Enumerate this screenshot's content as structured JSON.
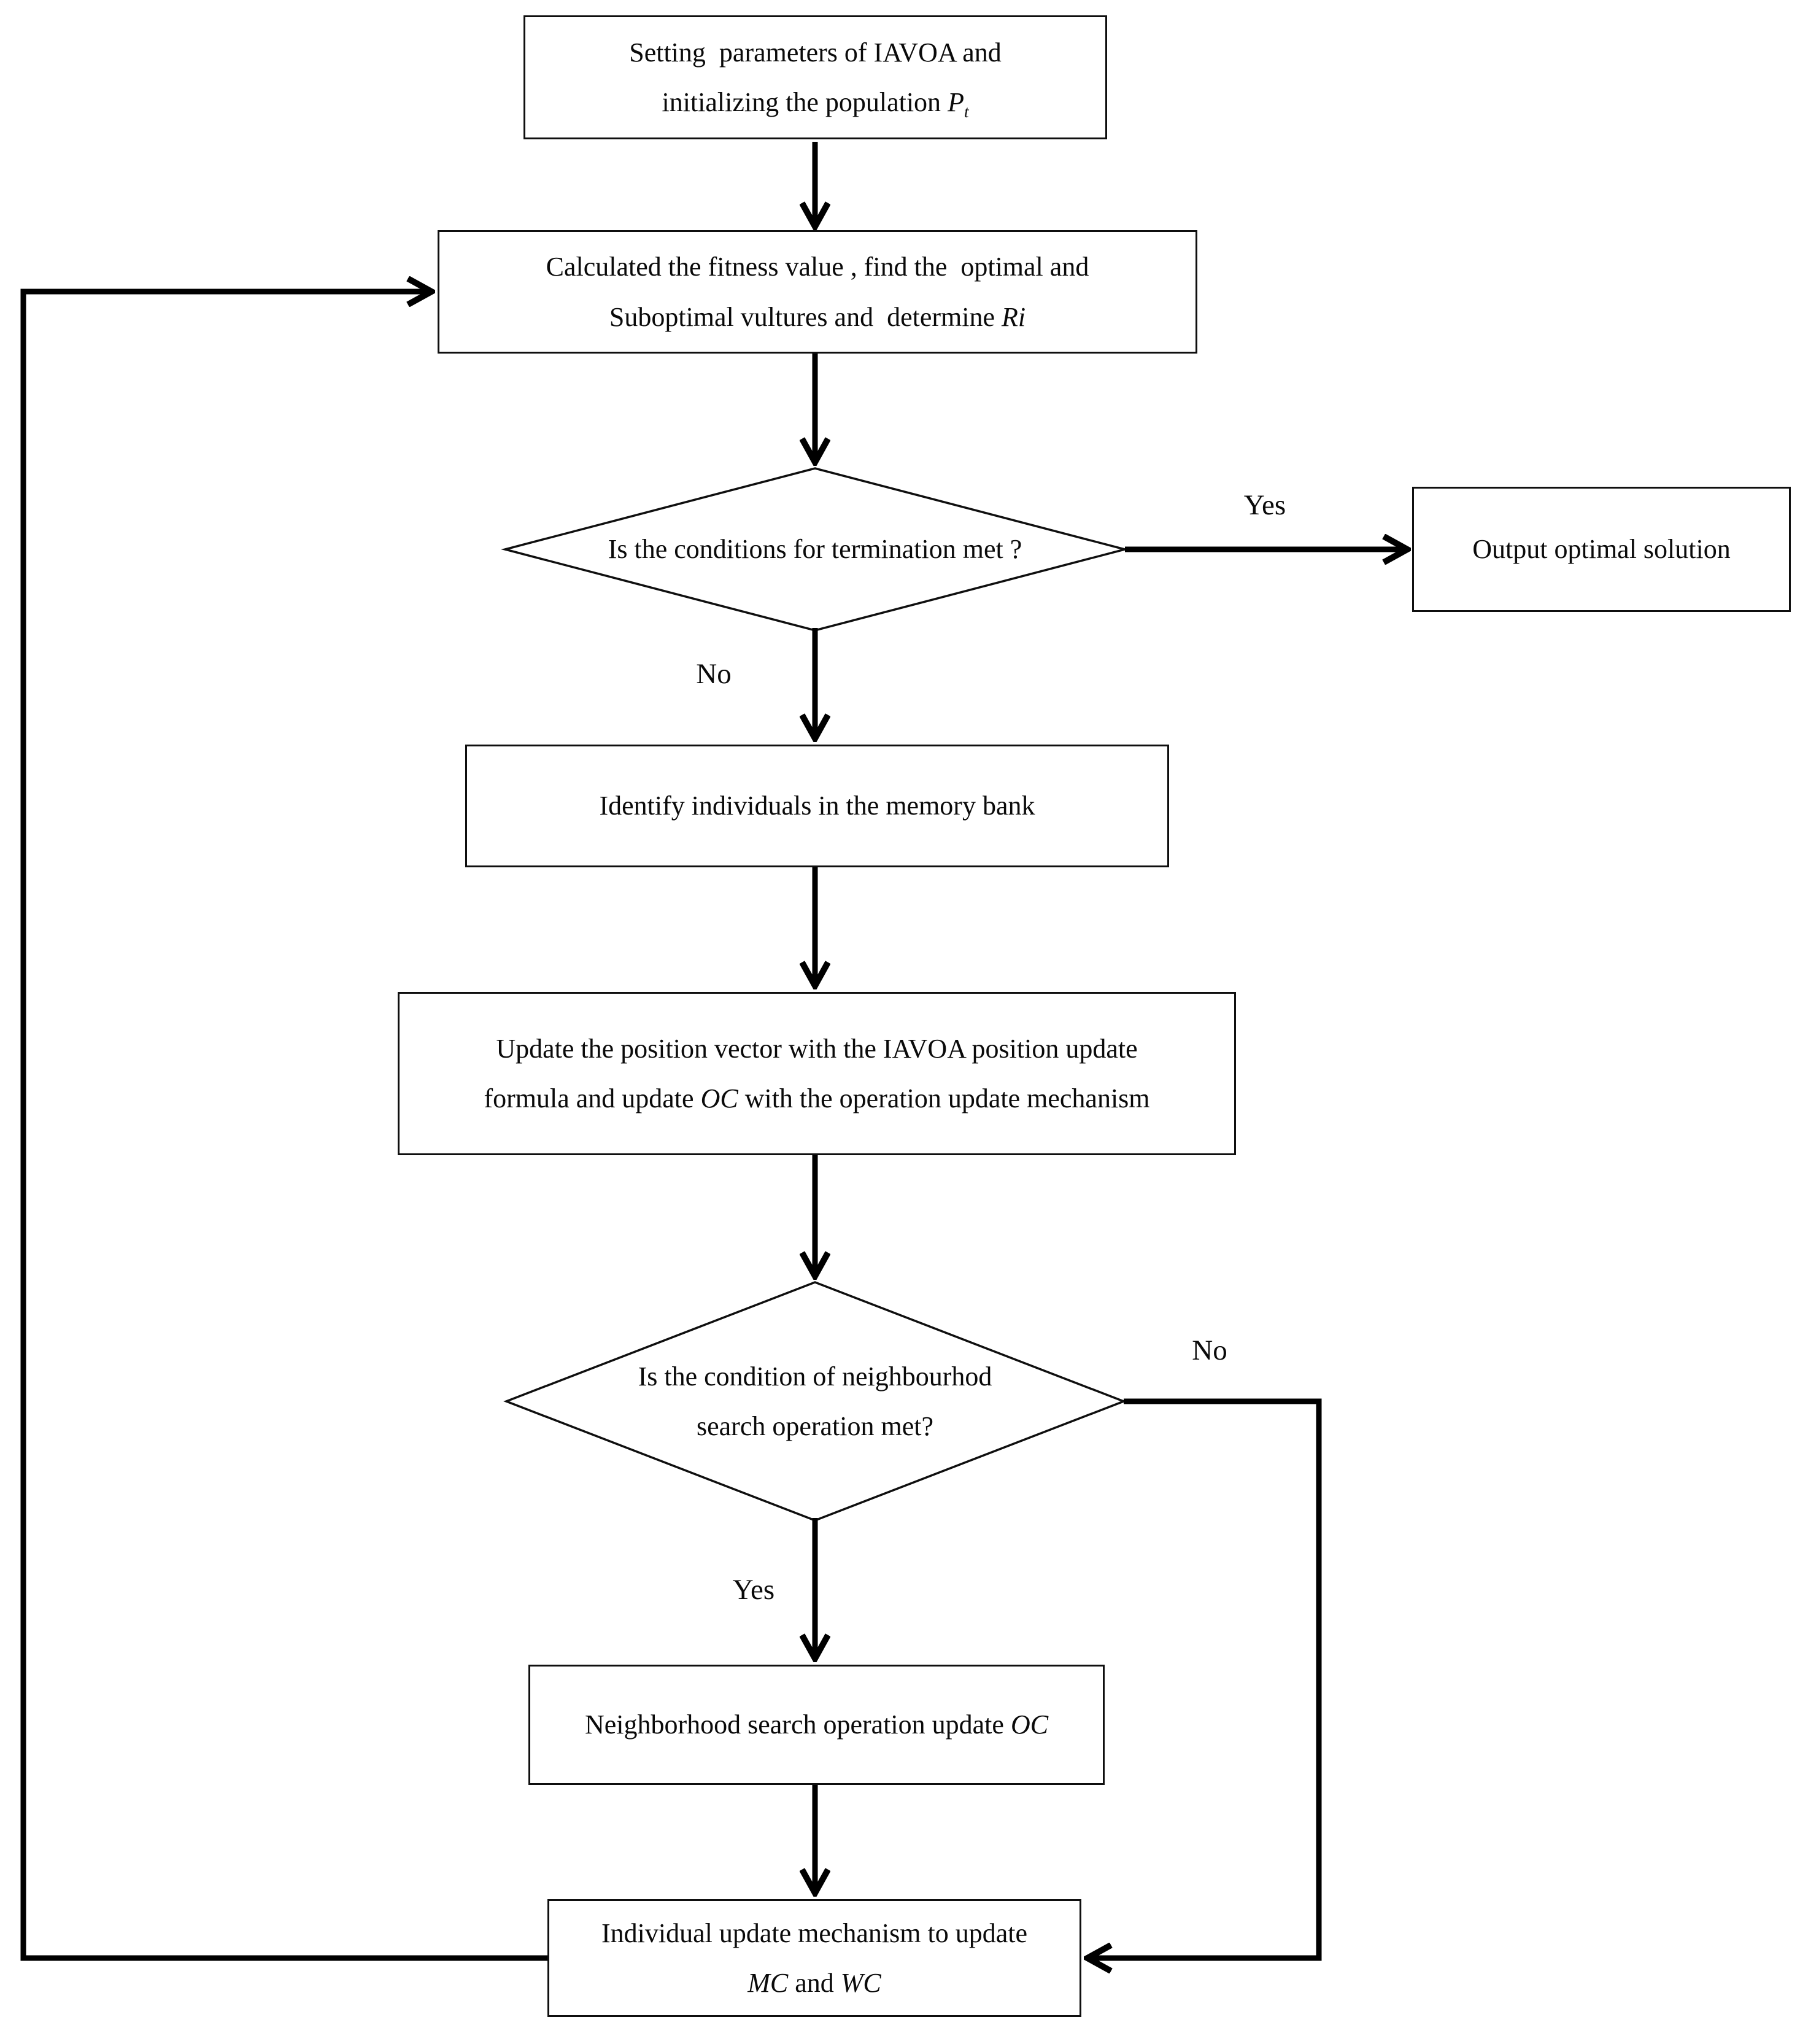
{
  "style": {
    "ink": "#000000",
    "background": "#ffffff"
  },
  "nodes": {
    "init": {
      "line1": "Setting  parameters of IAVOA and",
      "line2": "initializing the population ",
      "line2_var": "P",
      "line2_sub": "t"
    },
    "fitness": {
      "line1": "Calculated the fitness value , find the  optimal and",
      "line2": "Suboptimal vultures and  determine ",
      "line2_var": "Ri"
    },
    "termination": {
      "text": "Is the conditions for termination met ?"
    },
    "output": {
      "text": "Output optimal solution"
    },
    "memory": {
      "text": "Identify individuals in the memory bank"
    },
    "update_position": {
      "line1": "Update the position vector with the IAVOA position update",
      "line2_a": "formula and update ",
      "line2_var": "OC",
      "line2_b": " with the operation update mechanism"
    },
    "neighbourhood_condition": {
      "line1": "Is the condition of neighbourhod",
      "line2": "search operation met?"
    },
    "neighborhood_search": {
      "text_a": "Neighborhood search operation update ",
      "text_var": "OC"
    },
    "individual_update": {
      "line1": "Individual update mechanism to update",
      "line2_var1": "MC",
      "line2_mid": " and ",
      "line2_var2": "WC"
    }
  },
  "labels": {
    "yes_termination": "Yes",
    "no_termination": "No",
    "no_neighbourhood": "No",
    "yes_neighbourhood": "Yes"
  }
}
